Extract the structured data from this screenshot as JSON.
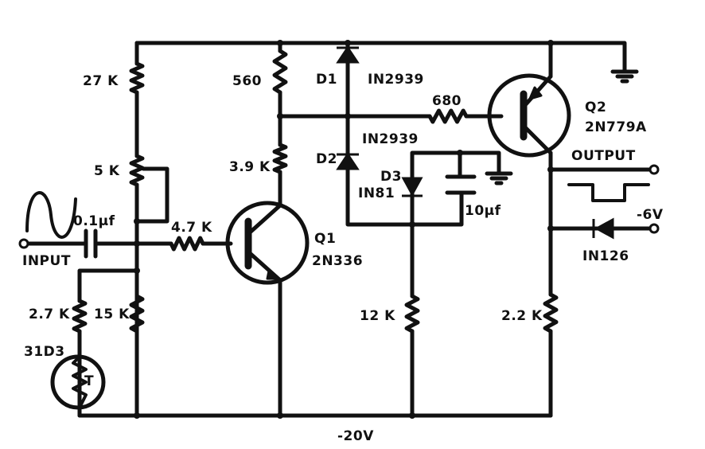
{
  "labels": {
    "r1": "27 K",
    "pot": "5 K",
    "r_base": "4.7 K",
    "r_coll_top": "560",
    "r_coll": "3.9 K",
    "r_680": "680",
    "r_12k": "12 K",
    "r_22k": "2.2 K",
    "r_27k": "2.7 K",
    "r_15k": "15 K",
    "cap_in": "0.1μf",
    "cap_10": "10μf",
    "d1": "D1",
    "d1_part": "IN2939",
    "d2": "D2",
    "d2_part": "IN2939",
    "d3": "D3",
    "d3_part": "IN81",
    "d4_part": "IN126",
    "q1": "Q1",
    "q1_part": "2N336",
    "q2": "Q2",
    "q2_part": "2N779A",
    "thermistor": "31D3",
    "thermistor_t": "T",
    "input": "INPUT",
    "output": "OUTPUT",
    "v_neg6": "-6V",
    "v_neg20": "-20V"
  },
  "colors": {
    "ink": "#111111",
    "background": "#ffffff"
  }
}
